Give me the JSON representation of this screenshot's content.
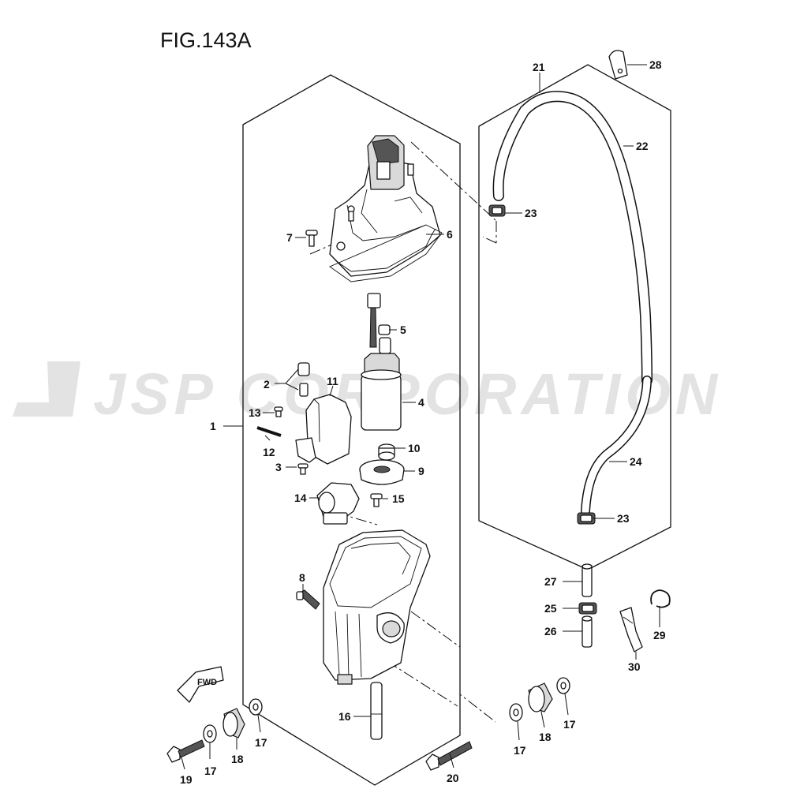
{
  "figure": {
    "title": "FIG.143A"
  },
  "watermark": {
    "text": "JSP CORPORATION"
  },
  "fwd_label": "FWD",
  "callouts": [
    {
      "id": "c1",
      "text": "1"
    },
    {
      "id": "c2",
      "text": "2"
    },
    {
      "id": "c3",
      "text": "3"
    },
    {
      "id": "c4",
      "text": "4"
    },
    {
      "id": "c5",
      "text": "5"
    },
    {
      "id": "c6",
      "text": "6"
    },
    {
      "id": "c7",
      "text": "7"
    },
    {
      "id": "c8",
      "text": "8"
    },
    {
      "id": "c9",
      "text": "9"
    },
    {
      "id": "c10",
      "text": "10"
    },
    {
      "id": "c11",
      "text": "11"
    },
    {
      "id": "c12",
      "text": "12"
    },
    {
      "id": "c13",
      "text": "13"
    },
    {
      "id": "c14",
      "text": "14"
    },
    {
      "id": "c15",
      "text": "15"
    },
    {
      "id": "c16",
      "text": "16"
    },
    {
      "id": "c17a",
      "text": "17"
    },
    {
      "id": "c17b",
      "text": "17"
    },
    {
      "id": "c17c",
      "text": "17"
    },
    {
      "id": "c17d",
      "text": "17"
    },
    {
      "id": "c18a",
      "text": "18"
    },
    {
      "id": "c18b",
      "text": "18"
    },
    {
      "id": "c19",
      "text": "19"
    },
    {
      "id": "c20",
      "text": "20"
    },
    {
      "id": "c21",
      "text": "21"
    },
    {
      "id": "c22",
      "text": "22"
    },
    {
      "id": "c23a",
      "text": "23"
    },
    {
      "id": "c23b",
      "text": "23"
    },
    {
      "id": "c24",
      "text": "24"
    },
    {
      "id": "c25",
      "text": "25"
    },
    {
      "id": "c26",
      "text": "26"
    },
    {
      "id": "c27",
      "text": "27"
    },
    {
      "id": "c28",
      "text": "28"
    },
    {
      "id": "c29",
      "text": "29"
    },
    {
      "id": "c30",
      "text": "30"
    }
  ]
}
